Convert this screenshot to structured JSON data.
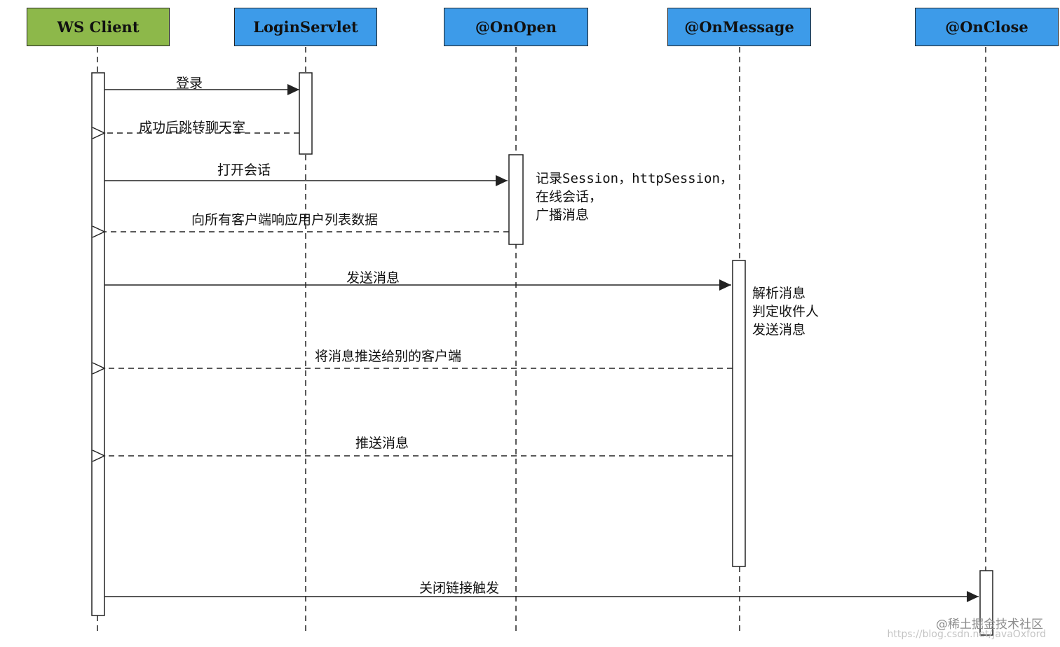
{
  "colors": {
    "client_header": "#8DB84A",
    "server_header": "#3D9BE9",
    "line": "#222222"
  },
  "actors": [
    {
      "id": "ws-client",
      "label": "WS Client"
    },
    {
      "id": "login-servlet",
      "label": "LoginServlet"
    },
    {
      "id": "on-open",
      "label": "@OnOpen"
    },
    {
      "id": "on-message",
      "label": "@OnMessage"
    },
    {
      "id": "on-close",
      "label": "@OnClose"
    }
  ],
  "messages": [
    {
      "label": "登录",
      "from": "WS Client",
      "to": "LoginServlet",
      "style": "sync"
    },
    {
      "label": "成功后跳转聊天室",
      "from": "LoginServlet",
      "to": "WS Client",
      "style": "return"
    },
    {
      "label": "打开会话",
      "from": "WS Client",
      "to": "@OnOpen",
      "style": "sync"
    },
    {
      "label": "向所有客户端响应用户列表数据",
      "from": "@OnOpen",
      "to": "WS Client",
      "style": "return"
    },
    {
      "label": "发送消息",
      "from": "WS Client",
      "to": "@OnMessage",
      "style": "sync"
    },
    {
      "label": "将消息推送给别的客户端",
      "from": "@OnMessage",
      "to": "WS Client",
      "style": "return"
    },
    {
      "label": "推送消息",
      "from": "@OnMessage",
      "to": "WS Client",
      "style": "return"
    },
    {
      "label": "关闭链接触发",
      "from": "WS Client",
      "to": "@OnClose",
      "style": "sync"
    }
  ],
  "notes": {
    "on_open": [
      "记录Session，httpSession，",
      "在线会话，",
      "广播消息"
    ],
    "on_message": [
      "解析消息",
      "判定收件人",
      "发送消息"
    ]
  },
  "watermark": {
    "site": "@稀土掘金技术社区",
    "url": "https://blog.csdn.net/JavaOxford"
  }
}
